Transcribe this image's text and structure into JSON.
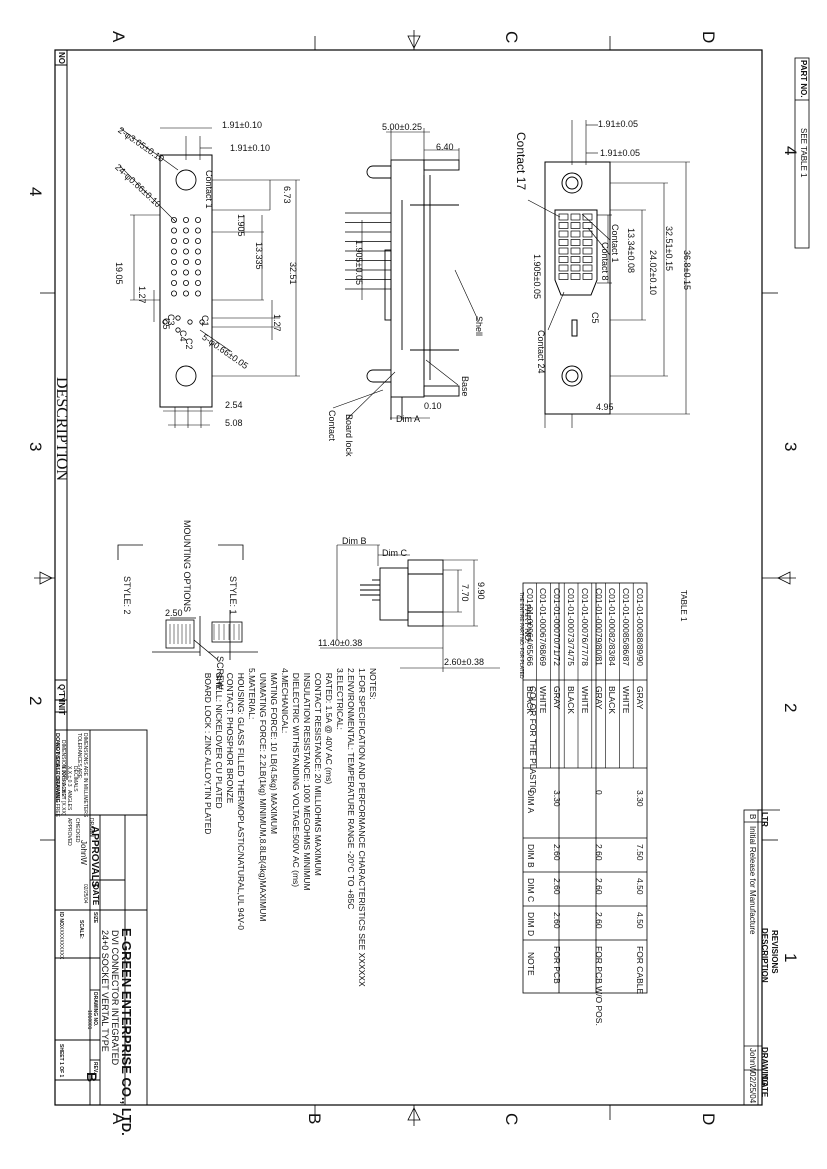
{
  "zones": {
    "top": [
      "A",
      "C",
      "D"
    ],
    "bottom": [
      "A",
      "B",
      "C",
      "D"
    ],
    "right": [
      "4",
      "3",
      "2",
      "1"
    ],
    "left": [
      "4",
      "3",
      "2"
    ]
  },
  "left_strip": {
    "no": "NO",
    "description": "DESCRIPTION",
    "qty": "Q'TY",
    "init": "INIT"
  },
  "right_strip": {
    "part_no_label": "PART NO.",
    "part_no_value": "SEE TABLE 1"
  },
  "revisions": {
    "title": "REVISIONS",
    "headers": [
      "LTR",
      "DESCRIPTION",
      "DRAWING",
      "DATE"
    ],
    "rows": [
      [
        "B",
        "Initial Release for Manufacture",
        "JohnW",
        "02/25/04"
      ]
    ]
  },
  "title_block": {
    "company": "E-GREEN ENTERPRISE CO., LTD.",
    "title_line1": "DVI CONNECTOR INTEGRATED",
    "title_line2": "24+0 SOCKET VERTAL TYPE",
    "approvals": "APPROVALS",
    "date_label": "DATE",
    "drawn_label": "DRAWN",
    "drawn_by": "JohnW",
    "drawn_date": "02/25/04",
    "checked": "CHECKED",
    "approved": "APPROVED",
    "size_label": "SIZE",
    "drawing_no_label": "DRAWING NO.",
    "drawing_no": "1010001",
    "rev_label": "REV.",
    "rev": "B",
    "scale_label": "SCALE:",
    "id_no_label": "ID NO.",
    "id_no": "XXXXXXXXXX",
    "sheet": "SHEET 1 OF 1",
    "dims_note1": "DIMENSIONS ARE IN MILLIMETERS",
    "dims_note2": "TOLERANCES ARE:",
    "tol1": "DECIMALS",
    "tol2": "X.X ± 0.3",
    "tol3": "X.XX ± 0.20",
    "tol4": "ANGLES",
    "tol5": "± 2°",
    "interp1": "DIMENSION IN BRACKET [X.XX]",
    "interp2": "ARE INCHES TOLERANCE FREE",
    "no_scale": "DO NOT SCALE DRAWING"
  },
  "table1": {
    "title": "TABLE 1",
    "col_part": "PART NO.",
    "col_part_sub": "THE ENTIRE PART NO. FOR PLATED",
    "col_color": "COLOR FOR THE PLASTIC",
    "col_dim_a": "DIM A",
    "col_dim_b": "DIM B",
    "col_dim_c": "DIM C",
    "col_dim_d": "DIM D",
    "col_note": "NOTE",
    "rows": [
      {
        "part": "C01-01-00088/89/90",
        "color": "GRAY",
        "a": "3.30",
        "b": "7.50",
        "c": "4.50",
        "d": "4.50",
        "note": "FOR CABLE"
      },
      {
        "part": "C01-01-00085/86/87",
        "color": "WHITE",
        "a": "",
        "b": "",
        "c": "",
        "d": "",
        "note": ""
      },
      {
        "part": "C01-01-00082/83/84",
        "color": "BLACK",
        "a": "",
        "b": "",
        "c": "",
        "d": "",
        "note": ""
      },
      {
        "part": "C01-01-00079/80/81",
        "color": "GRAY",
        "a": "0",
        "b": "2.60",
        "c": "2.60",
        "d": "2.60",
        "note": "FOR PCB W/O POS."
      },
      {
        "part": "C01-01-00076/77/78",
        "color": "WHITE",
        "a": "",
        "b": "",
        "c": "",
        "d": "",
        "note": ""
      },
      {
        "part": "C01-01-00073/74/75",
        "color": "BLACK",
        "a": "",
        "b": "",
        "c": "",
        "d": "",
        "note": ""
      },
      {
        "part": "C01-01-00070/71/72",
        "color": "GRAY",
        "a": "3.30",
        "b": "2.60",
        "c": "2.60",
        "d": "2.60",
        "note": "FOR PCB"
      },
      {
        "part": "C01-01-00067/68/69",
        "color": "WHITE",
        "a": "",
        "b": "",
        "c": "",
        "d": "",
        "note": ""
      },
      {
        "part": "C01-01-00064/65/66",
        "color": "BLACK",
        "a": "",
        "b": "",
        "c": "",
        "d": "",
        "note": ""
      }
    ]
  },
  "notes": {
    "title": "NOTES:",
    "lines": [
      "1.FOR SPECIFICATION AND PERFORMANCE CHARACTERISTICS SEE XXXXXX",
      "2.ENVIRONMENTAL: TEMPERATURE RANGE -20°C TO +85C",
      "3.ELECTRICAL:",
      "  RATED: 1.5A @ 40V AC (ms)",
      "  CONTACT RESISTANCE: 20 MILLIOHMS MAXIMUM",
      "  INSULATION RESISTANCE: 1000 MEGOHMS MINIMUM",
      "  DIELECTRIC WITHSTANDING VOLTAGE:500V AC (ms)",
      "4.MECHANICAL:",
      "  MATING FORCE: 10 LB(4.5kg) MAXIMUM",
      "  UNMATING FORCE: 2.2LB(1kg) MINIMUM,8.8LB(4kg)MAXIMUM",
      "5.MATERIAL:",
      "  HOUSING: GLASS FILLED THERMOPLASTIC/NATURAL,UL 94V-0",
      "  CONTACT: PHOSPHOR BRONZE",
      "  SHELL: NICKELOVER CU PLATED",
      "  BOARD LOCK : ZINC ALLOY,TIN PLATED"
    ]
  },
  "labels": {
    "contact": "Contact",
    "contact_1": "Contact 1",
    "contact_17": "Contact 17",
    "contact_8": "Contact 8",
    "contact_24": "Contact 24",
    "shell": "Shell",
    "base": "Base",
    "board_lock": "Board lock",
    "dim_a": "Dim A",
    "dim_b": "Dim B",
    "dim_c": "Dim C",
    "mounting_options": "MOUNTING OPTIONS",
    "style1": "STYLE: 1",
    "style2": "STYLE: 2",
    "screw": "SCREW",
    "c1": "C1",
    "c2": "C2",
    "c3": "C3",
    "c4": "C4",
    "c5": "C5"
  },
  "dims": {
    "d1_91a": "1.91±0.10",
    "d1_91b": "1.91±0.10",
    "d_3_05": "2-φ3.05±0.10",
    "d_0_66": "24-φ0.66±0.10",
    "d6_73": "6.73",
    "d1_905": "1.905",
    "d13_335": "13.335",
    "d32_51": "32.51",
    "d19_05": "19.05",
    "d1_27a": "1.27",
    "d1_27b": "1.27",
    "d_0_66b": "5-φ0.66±0.05",
    "d2_54": "2.54",
    "d5_08": "5.08",
    "d5_00": "5.00±0.25",
    "d6_40": "6.40",
    "d1_905s": "1.905±0.05",
    "d0_10": "0.10",
    "dr1_91a": "1.91±0.05",
    "dr1_91b": "1.91±0.05",
    "dr1_905": "1.905±0.05",
    "dr13_34": "13.34±0.08",
    "dr24_02": "24.02±0.10",
    "dr32_51": "32.51±0.15",
    "dr36_8": "36.8±0.15",
    "dr4_95": "4.95",
    "ds2_50": "2.50",
    "dsv9_90": "9.90",
    "dsv7_70": "7.70",
    "dsv11_40": "11.40±0.38",
    "dsv2_60": "2.60±0.38"
  }
}
